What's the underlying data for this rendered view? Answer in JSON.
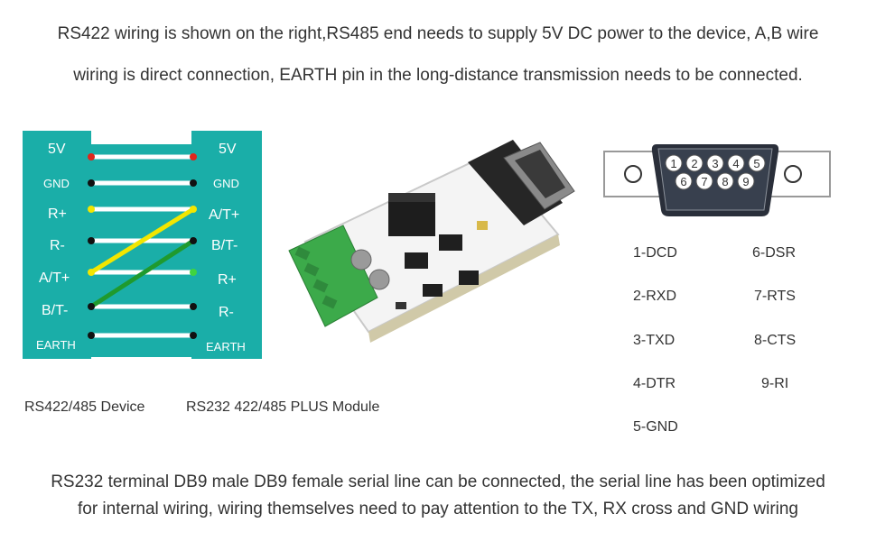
{
  "header": {
    "line1": "RS422 wiring is shown on the right,RS485 end needs to supply 5V DC power to the device, A,B wire",
    "line2": "wiring is direct connection, EARTH pin in the long-distance transmission needs to be connected."
  },
  "wiring": {
    "left_pins": [
      "5V",
      "GND",
      "R+",
      "R-",
      "A/T+",
      "B/T-",
      "EARTH"
    ],
    "right_pins": [
      "5V",
      "GND",
      "A/T+",
      "B/T-",
      "R+",
      "R-",
      "EARTH"
    ],
    "left_caption": "RS422/485 Device",
    "right_caption": "RS232 422/485 PLUS Module",
    "colors": {
      "panel": "#1aaea8",
      "wire": "#ffffff",
      "cross_yellow": "#f2e600",
      "cross_green": "#1f9a2e",
      "dot_red": "#e0261c",
      "dot_black": "#111111",
      "dot_yellow": "#f2e600",
      "dot_green": "#3fd43f"
    }
  },
  "db9": {
    "top_row": [
      "1",
      "2",
      "3",
      "4",
      "5"
    ],
    "bottom_row": [
      "6",
      "7",
      "8",
      "9"
    ],
    "pin_names_left": [
      "1-DCD",
      "2-RXD",
      "3-TXD",
      "4-DTR",
      "5-GND"
    ],
    "pin_names_right": [
      "6-DSR",
      "7-RTS",
      "8-CTS",
      "9-RI"
    ]
  },
  "footer": {
    "line1": "RS232 terminal DB9 male DB9 female serial line can be connected, the serial line has been optimized",
    "line2": "for internal wiring, wiring themselves need to pay attention to the TX, RX cross and GND wiring"
  }
}
